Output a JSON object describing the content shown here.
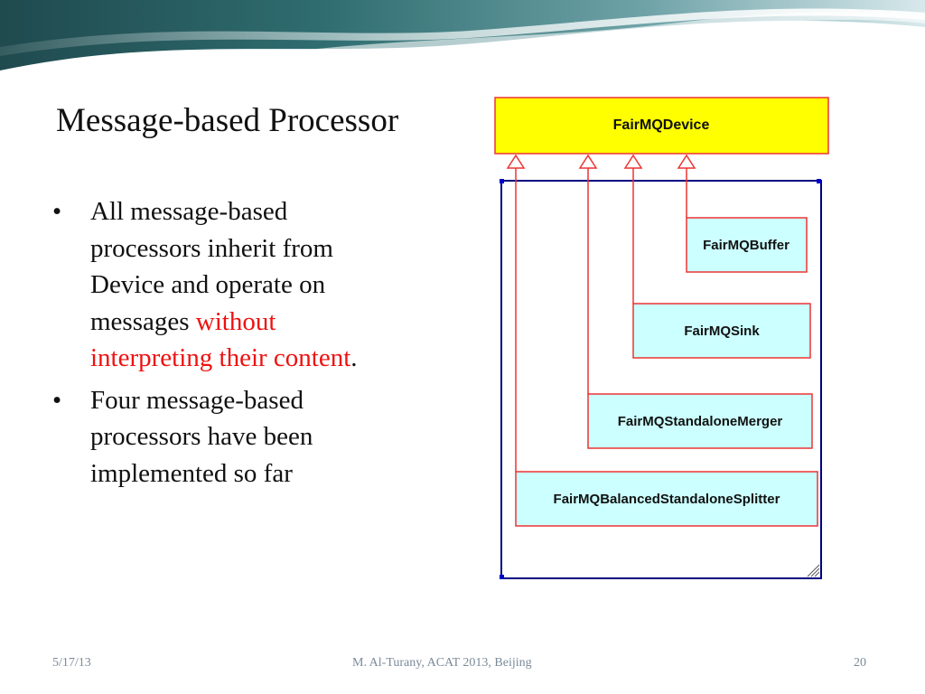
{
  "slide": {
    "title": "Message-based Processor",
    "bullets": [
      {
        "text_before": "All message-based processors inherit from Device and operate on messages ",
        "highlight": "without interpreting their content",
        "text_after": "."
      },
      {
        "text_before": "Four message-based processors have been implemented so far",
        "highlight": "",
        "text_after": ""
      }
    ],
    "highlight_color": "#ee1111"
  },
  "diagram": {
    "parent": "FairMQDevice",
    "children": [
      "FairMQBuffer",
      "FairMQSink",
      "FairMQStandaloneMerger",
      "FairMQBalancedStandaloneSplitter"
    ],
    "colors": {
      "parent_fill": "#ffff00",
      "child_fill": "#ccffff",
      "connector": "#ee3333",
      "frame": "#000080"
    }
  },
  "footer": {
    "date": "5/17/13",
    "center": "M. Al-Turany,  ACAT 2013, Beijing",
    "page": "20"
  }
}
